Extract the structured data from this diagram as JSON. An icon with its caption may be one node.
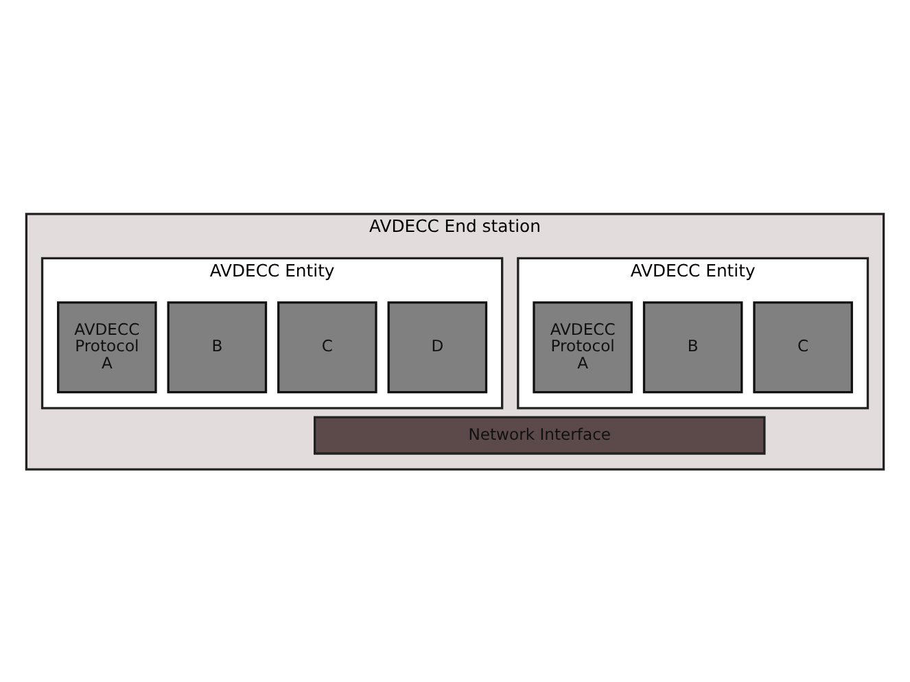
{
  "diagram": {
    "nodes": [
      {
        "text": [
          "AVDECC End station"
        ]
      },
      {
        "text": [
          "AVDECC Entity"
        ],
        "in": 0
      },
      {
        "text": [
          "AVDECC Protocol A"
        ],
        "in": 1
      },
      {
        "text": [
          "B"
        ],
        "in": 1
      },
      {
        "text": [
          "C"
        ],
        "in": 1
      },
      {
        "text": [
          "AVDECC Entity"
        ],
        "in": 0
      },
      {
        "text": [
          "AVDECC Protocol A"
        ],
        "in": 5
      },
      {
        "text": [
          "B"
        ],
        "in": 5
      },
      {
        "text": [
          "C"
        ],
        "in": 5
      },
      {
        "text": [
          "D"
        ],
        "in": 5
      },
      {
        "text": [
          "Network Interface"
        ],
        "in": 0
      }
    ],
    "edges": []
  }
}
